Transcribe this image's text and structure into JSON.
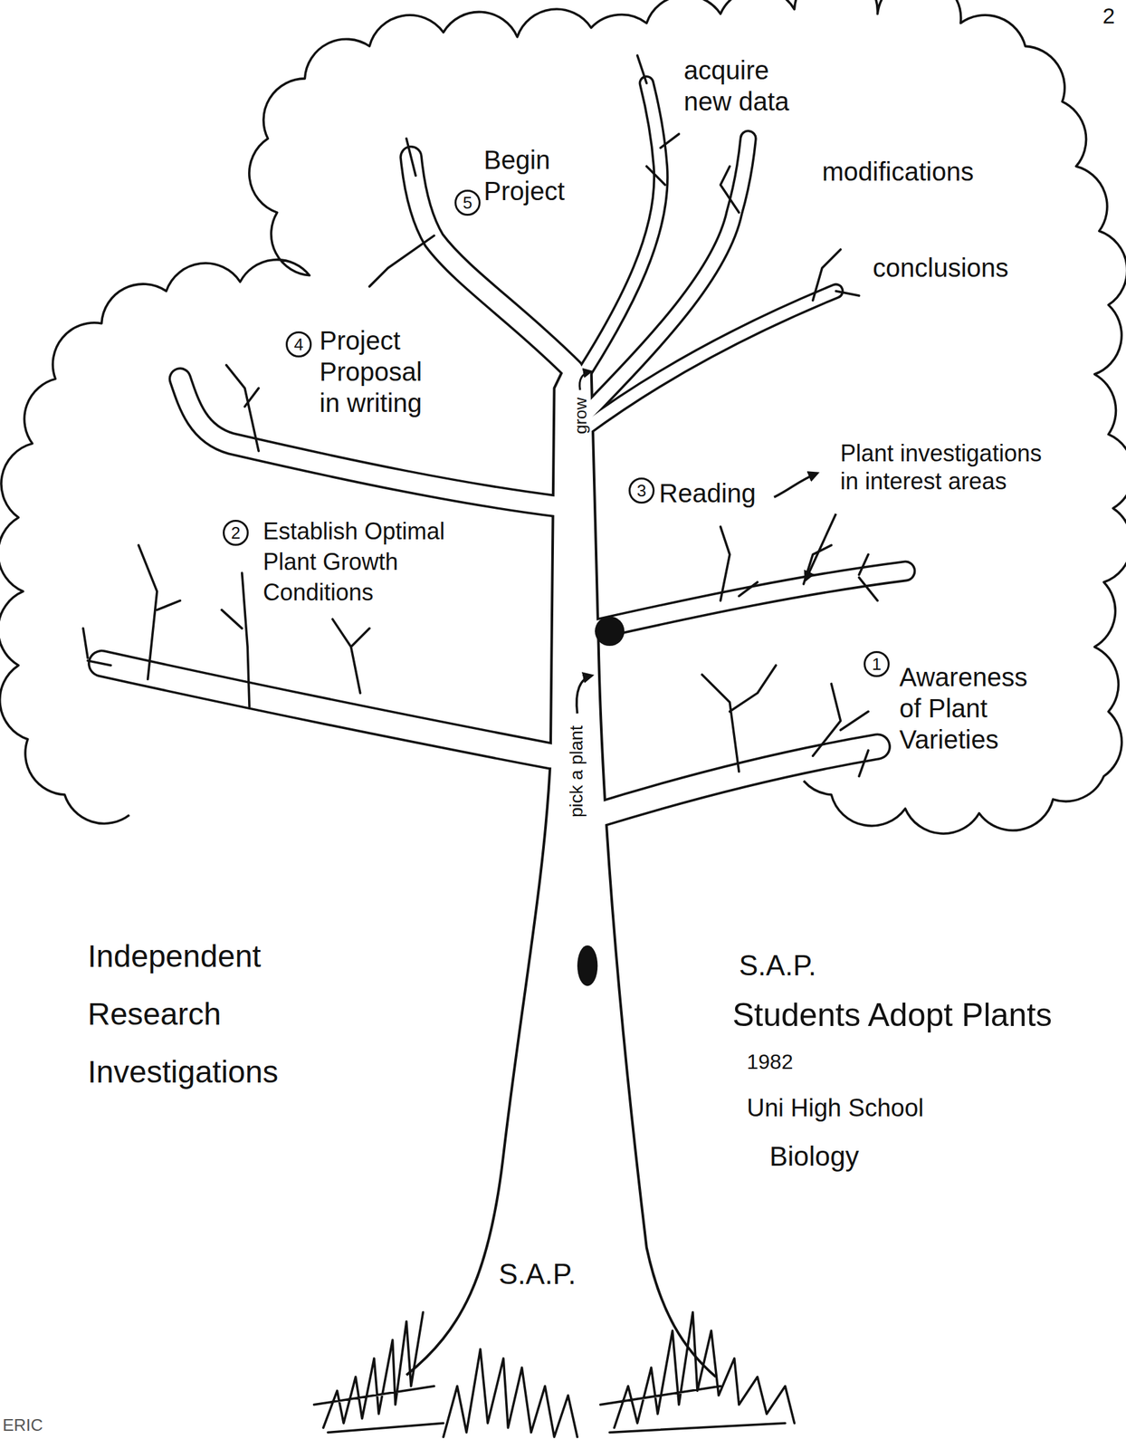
{
  "diagram": {
    "labels": [
      "2",
      "acquire new data",
      "modifications",
      "conclusions",
      "5",
      "Begin Project",
      "4",
      "Project Proposal in writing",
      "grow",
      "3",
      "Reading",
      "Plant investigations in interest areas",
      "2",
      "Establish Optimal Plant Growth Conditions",
      "pick a plant",
      "1",
      "Awareness of Plant Varieties",
      "Independent Research Investigations",
      "S.A.P.",
      "Students Adopt Plants",
      "1982",
      "Uni High School",
      "Biology",
      "S.A.P.",
      "ERIC"
    ]
  }
}
